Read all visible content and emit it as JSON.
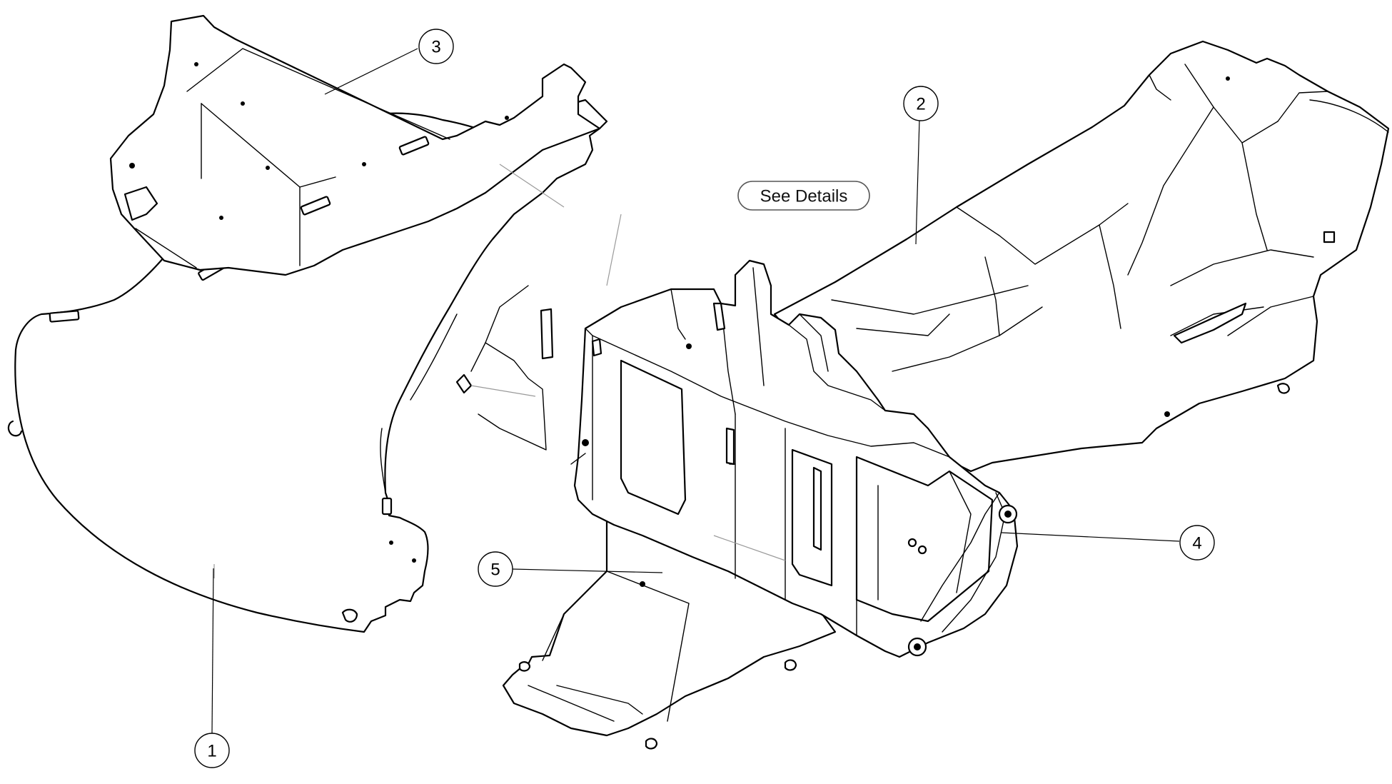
{
  "diagram": {
    "see_details_label": "See Details",
    "callouts": [
      {
        "id": "callout-1",
        "label": "1"
      },
      {
        "id": "callout-2",
        "label": "2"
      },
      {
        "id": "callout-3",
        "label": "3"
      },
      {
        "id": "callout-4",
        "label": "4"
      },
      {
        "id": "callout-5",
        "label": "5"
      }
    ]
  },
  "colors": {
    "line": "#000000",
    "background": "#ffffff",
    "button_border": "#555555"
  }
}
